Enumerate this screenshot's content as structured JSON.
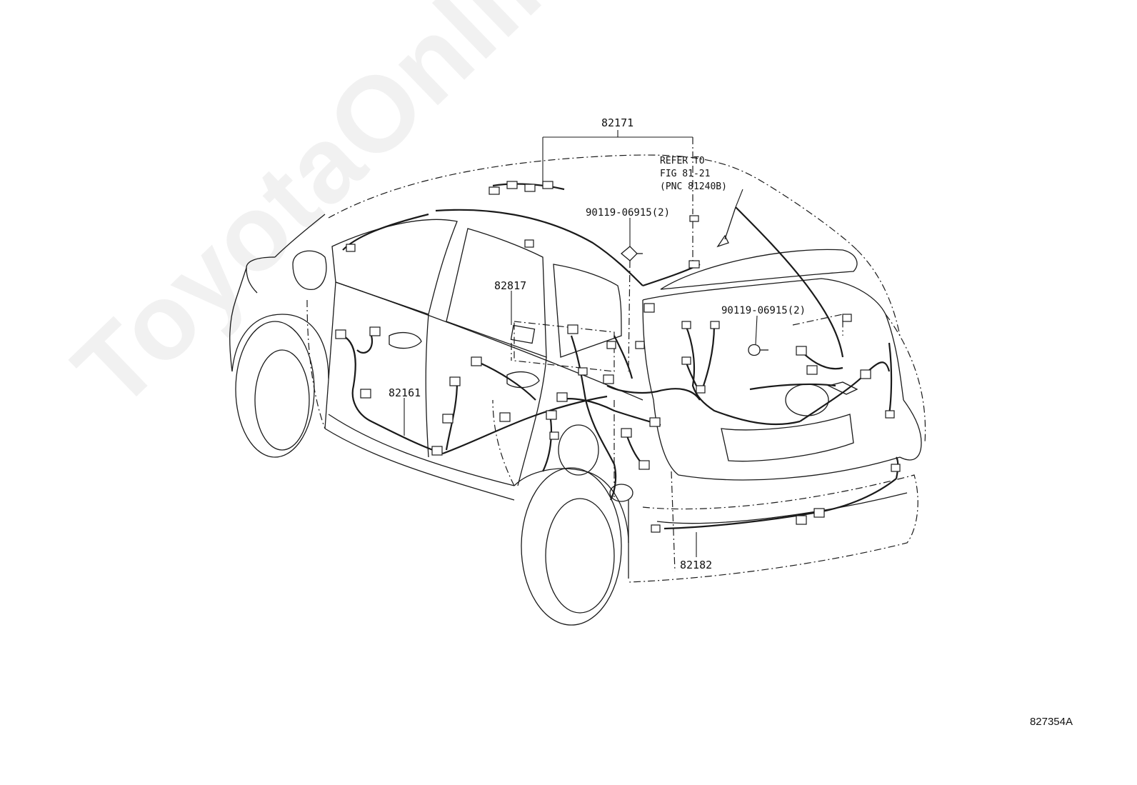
{
  "diagram": {
    "labels": {
      "roof_harness": "82171",
      "door_harness": "82161",
      "floor_harness_pad": "82817",
      "rear_harness": "82182",
      "clamp_upper": "90119-06915(2)",
      "clamp_right": "90119-06915(2)"
    },
    "refer_note": {
      "line1": "REFER TO",
      "line2": "FIG 81-21",
      "line3": "(PNC 81240B)"
    },
    "figure_id": "827354A",
    "watermark": "ToyotaOnline.ru",
    "colors": {
      "line": "#1a1a1a",
      "background": "#ffffff",
      "watermark": "#c8c8c8"
    }
  }
}
